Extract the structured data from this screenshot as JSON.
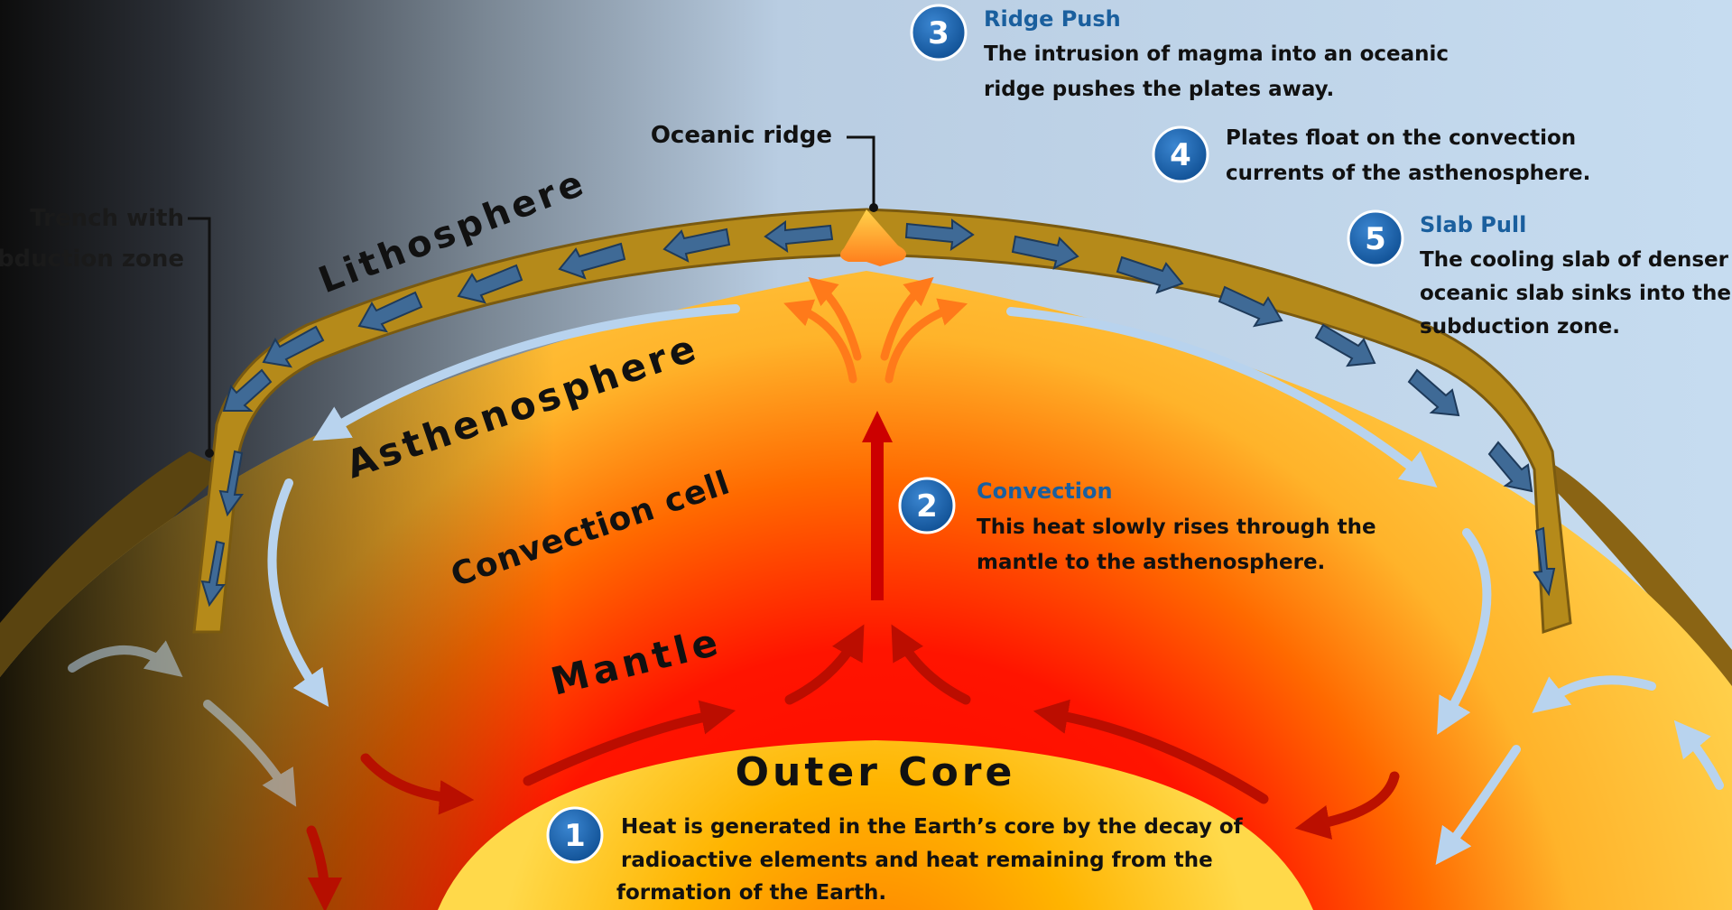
{
  "labels": {
    "oceanic_ridge": "Oceanic ridge",
    "trench_line1": "Trench with",
    "trench_line2": "bduction zone",
    "lithosphere": "Lithosphere",
    "asthenosphere": "Asthenosphere",
    "convection_cell": "Convection cell",
    "mantle": "Mantle",
    "outer_core": "Outer Core"
  },
  "steps": [
    {
      "number": "1",
      "title": "",
      "lines": [
        "Heat is generated in the Earth’s core by the decay of",
        "radioactive elements and heat remaining from the",
        "formation of the Earth."
      ]
    },
    {
      "number": "2",
      "title": "Convection",
      "lines": [
        "This heat slowly rises through the",
        "mantle to the asthenosphere."
      ]
    },
    {
      "number": "3",
      "title": "Ridge Push",
      "lines": [
        "The intrusion of magma into an oceanic",
        "ridge pushes the plates away."
      ]
    },
    {
      "number": "4",
      "title": "",
      "lines": [
        "Plates float on the convection",
        "currents of the asthenosphere."
      ]
    },
    {
      "number": "5",
      "title": "Slab Pull",
      "lines": [
        "The cooling slab of denser",
        "oceanic slab sinks into the",
        "subduction zone."
      ]
    }
  ],
  "colors": {
    "sky": "#c3d9ee",
    "lithosphere": "#b58a1a",
    "plate_arrow": "#3f6a96",
    "mantle_hot": "#ff1a00",
    "mantle_warm": "#ffc637",
    "marker_blue": "#1a5fa8",
    "title_blue": "#1a5f9e"
  },
  "icons": {
    "plate_motion": "arrow-icon",
    "convection_flow": "arrow-icon",
    "magma_upwelling": "magma-icon",
    "step_marker": "numbered-circle-icon"
  }
}
